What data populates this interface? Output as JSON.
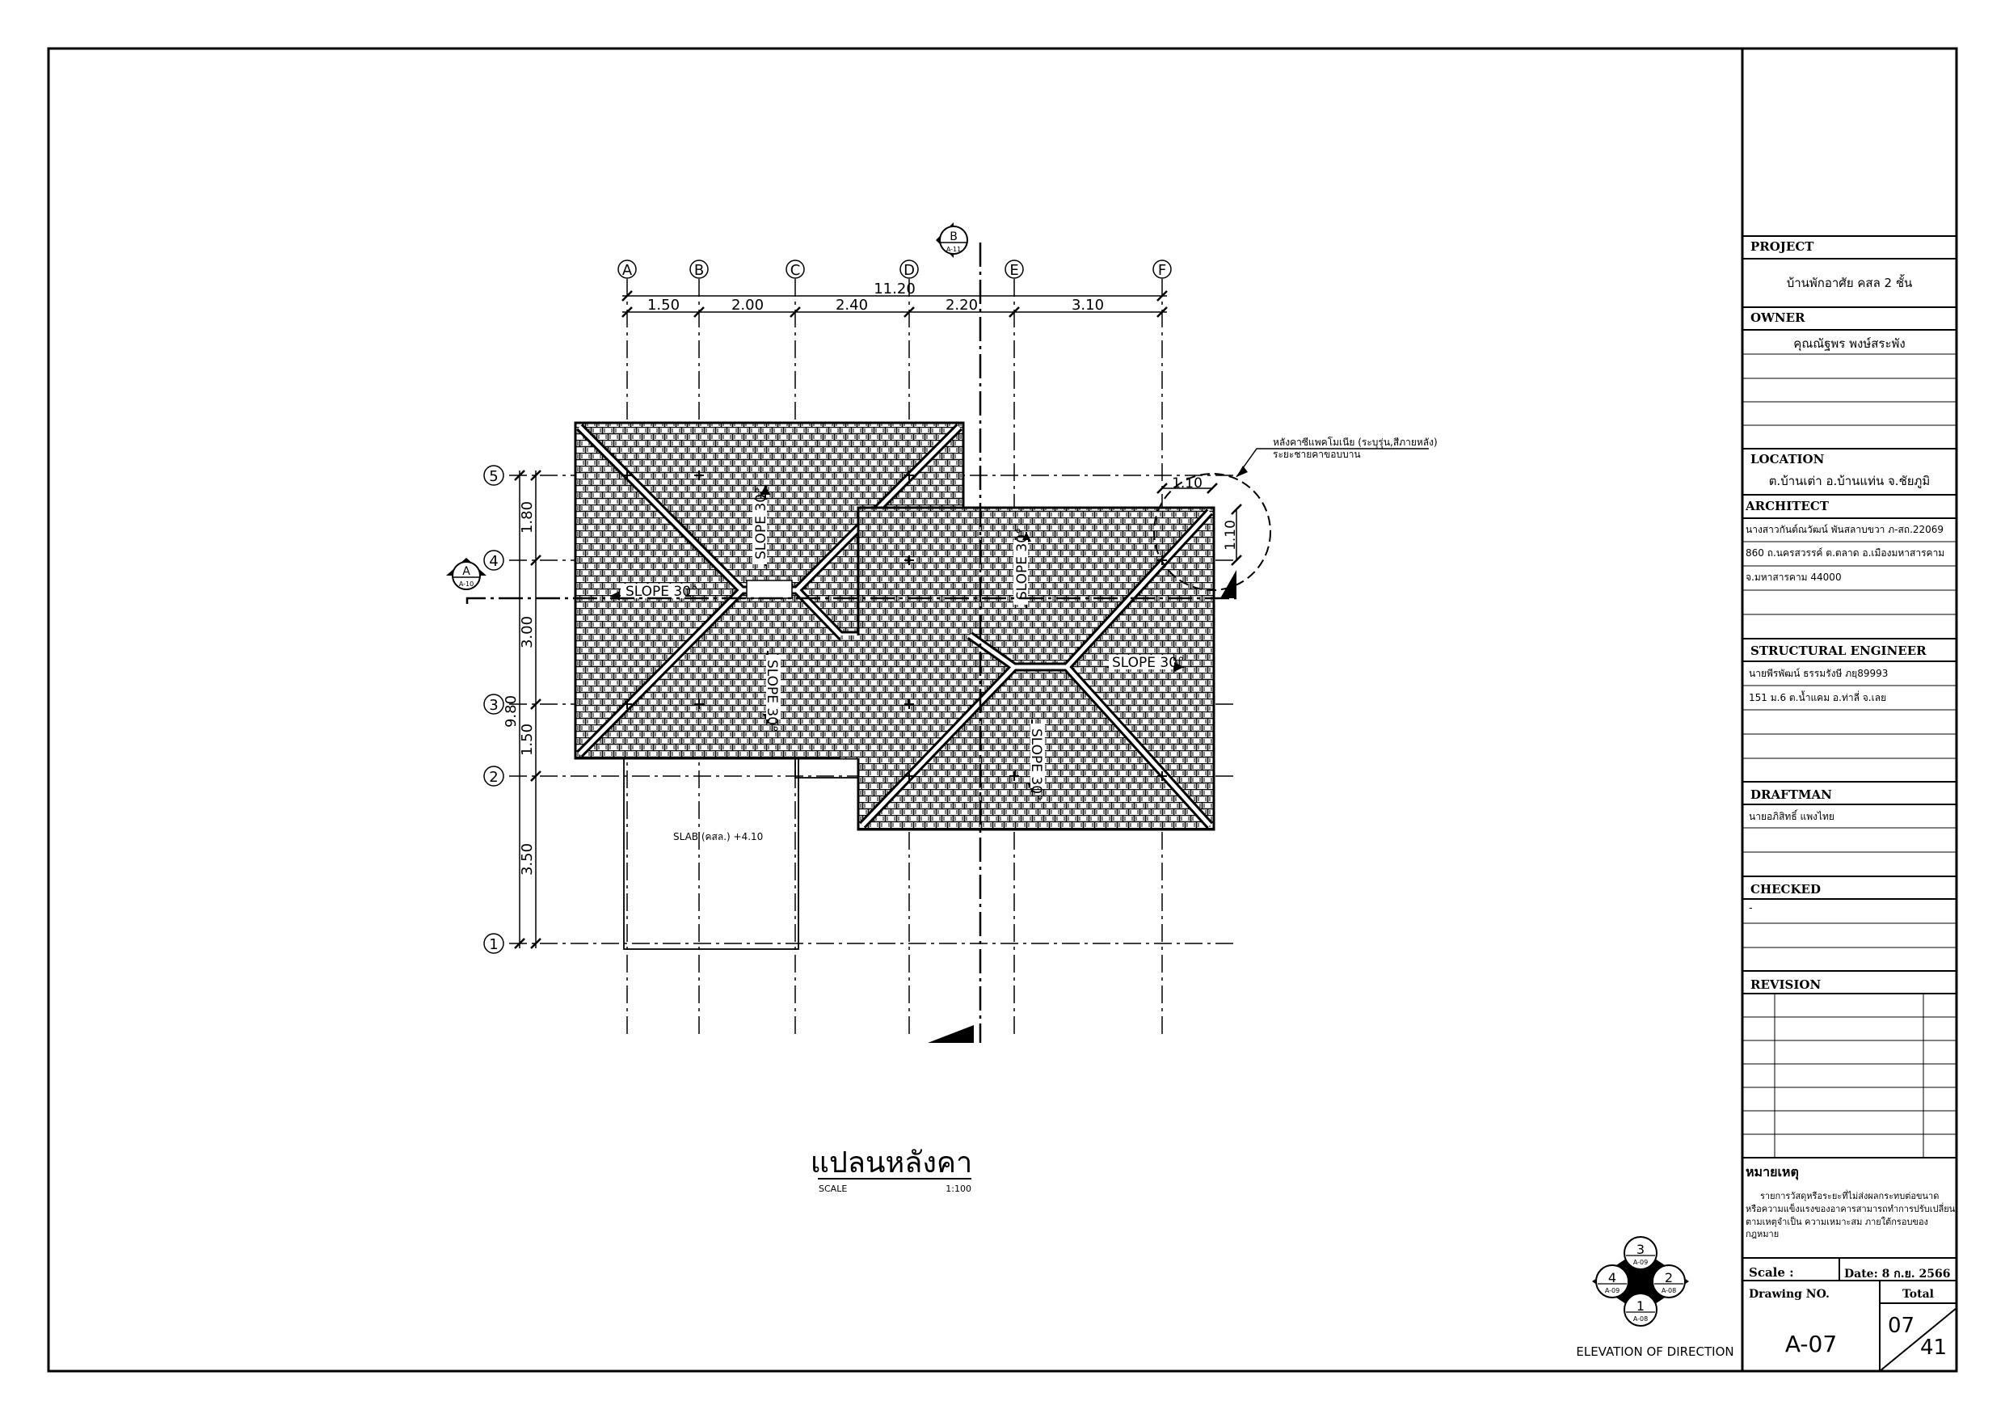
{
  "drawing": {
    "title": "แปลนหลังคา",
    "scale_label": "SCALE",
    "scale_value": "1:100",
    "slab_label": "SLAB (คสล.) +4.10",
    "slope_label": "SLOPE 30°",
    "note_line1": "หลังคาซีแพคโมเนีย (ระบุรุ่น,สีภายหลัง)",
    "note_line2": "ระยะชายคาขอบบาน",
    "grid_letters": [
      "A",
      "B",
      "C",
      "D",
      "E",
      "F"
    ],
    "grid_numbers": [
      "5",
      "4",
      "3",
      "2",
      "1"
    ],
    "top_dims": [
      "1.50",
      "2.00",
      "2.40",
      "2.20",
      "3.10"
    ],
    "top_total": "11.20",
    "left_dims": [
      "1.80",
      "3.00",
      "1.50",
      "3.50"
    ],
    "left_total": "9.80",
    "eave_dims": [
      "1.10",
      "1.10"
    ],
    "section_a": {
      "letter": "A",
      "ref": "A-10"
    },
    "section_b": {
      "letter": "B",
      "ref": "A-11"
    },
    "elevation": {
      "caption": "ELEVATION OF DIRECTION",
      "n1": "1",
      "r1": "A-08",
      "n2": "2",
      "r2": "A-08",
      "n3": "3",
      "r3": "A-09",
      "n4": "4",
      "r4": "A-09"
    }
  },
  "titleblock": {
    "project_label": "PROJECT",
    "project": "บ้านพักอาศัย คสล 2 ชั้น",
    "owner_label": "OWNER",
    "owner": "คุณณัฐพร พงษ์สระพัง",
    "location_label": "LOCATION",
    "location": "ต.บ้านเต่า อ.บ้านแท่น จ.ชัยภูมิ",
    "architect_label": "ARCHITECT",
    "architect_1": "นางสาวกันต์ณวัฒน์ พันสลาบขวา ภ-สถ.22069",
    "architect_2": "860 ถ.นครสวรรค์ ต.ตลาด อ.เมืองมหาสารคาม",
    "architect_3": "จ.มหาสารคาม 44000",
    "structural_label": "STRUCTURAL ENGINEER",
    "structural_1": "นายพีรพัฒน์ ธรรมรังษี ภยฺ89993",
    "structural_2": "151 ม.6 ต.น้ำแคม อ.ท่าลี่ จ.เลย",
    "draftman_label": "DRAFTMAN",
    "draftman": "นายอภิสิทธิ์ แพงไทย",
    "checked_label": "CHECKED",
    "checked": "-",
    "revision_label": "REVISION",
    "remark_label": "หมายเหตุ",
    "remark_1": "รายการวัสดุหรือระยะที่ไม่ส่งผลกระทบต่อขนาด",
    "remark_2": "หรือความแข็งแรงของอาคารสามารถทำการปรับเปลี่ยน",
    "remark_3": "ตามเหตุจำเป็น ความเหมาะสม ภายใต้กรอบของ",
    "remark_4": "กฎหมาย",
    "scale_label": "Scale :",
    "date": "Date: 8 ก.ย. 2566",
    "drawing_no_label": "Drawing NO.",
    "total_label": "Total",
    "drawing_no": "A-07",
    "sheet_no": "07",
    "sheet_total": "41"
  }
}
